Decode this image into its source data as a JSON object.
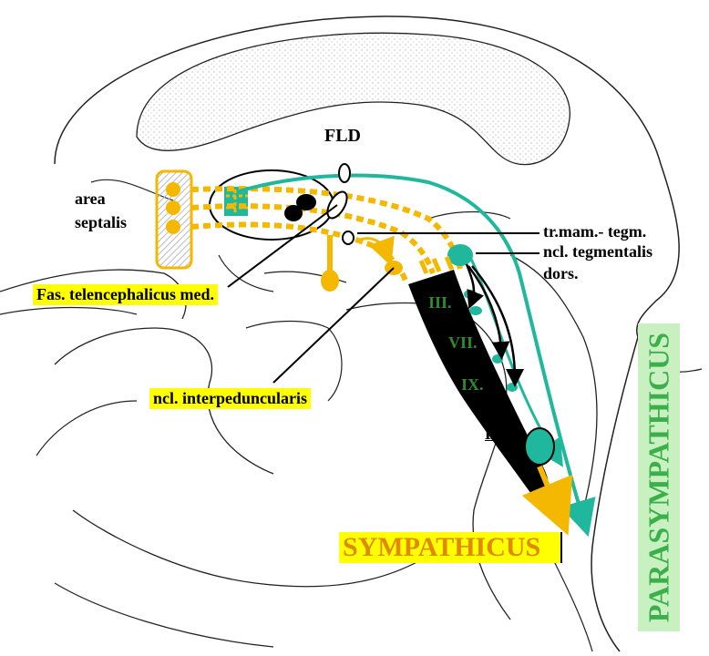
{
  "labels": {
    "fld": "FLD",
    "area_line1": "area",
    "area_line2": "septalis",
    "tr_mam": "tr.mam.- tegm.",
    "ncl_teg_line1": "ncl. tegmentalis",
    "ncl_teg_line2": "dors.",
    "fas_tel": "Fas. telencephalicus med.",
    "ncl_inter": "ncl. interpeduncularis",
    "fr": "FR",
    "roman_3": "III.",
    "roman_7": "VII.",
    "roman_9": "IX.",
    "sympathicus": "SYMPATHICUS",
    "parasympathicus": "PARASYMPATHICUS"
  },
  "colors": {
    "sympathetic": "#f5b800",
    "parasympathetic": "#20b89c",
    "highlight": "#ffff00",
    "cranial_nerve_text": "#2e8b2e",
    "parasym_box": "#c8f0c0"
  }
}
